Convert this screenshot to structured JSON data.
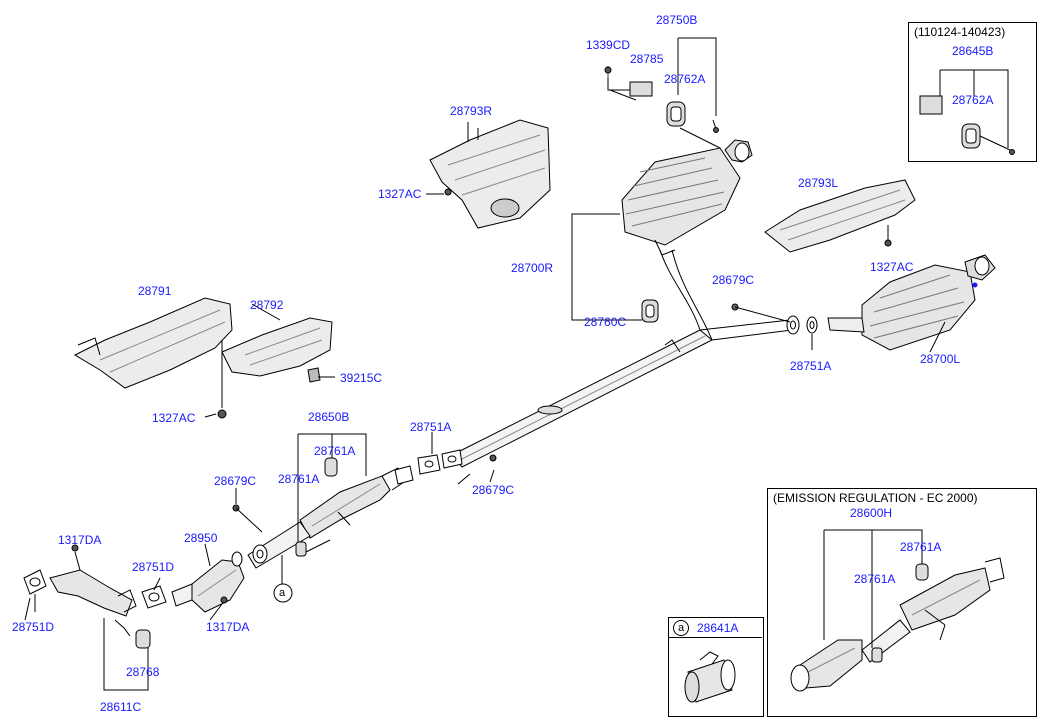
{
  "colors": {
    "label": "#1a1aff",
    "line": "#000000",
    "part_fill": "#e6e6e6",
    "part_dark": "#9a9a9a"
  },
  "labels": {
    "p28750B": "28750B",
    "p1339CD": "1339CD",
    "p28785": "28785",
    "p28762A_top": "28762A",
    "p28793R": "28793R",
    "p1327AC_r": "1327AC",
    "p28700R": "28700R",
    "p28760C": "28760C",
    "p28679C_r": "28679C",
    "p28751A_r": "28751A",
    "p28700L": "28700L",
    "p28793L": "28793L",
    "p1327AC_l": "1327AC",
    "p28791": "28791",
    "p28792": "28792",
    "p39215C": "39215C",
    "p1327AC_h": "1327AC",
    "p28650B": "28650B",
    "p28761A_a": "28761A",
    "p28761A_b": "28761A",
    "p28751A_m": "28751A",
    "p28679C_m": "28679C",
    "p28679C_l": "28679C",
    "p28950": "28950",
    "p1317DA_a": "1317DA",
    "p1317DA_b": "1317DA",
    "p28751D_a": "28751D",
    "p28751D_b": "28751D",
    "p28768": "28768",
    "p28611C": "28611C",
    "callout_a": "a"
  },
  "inset_top": {
    "date": "(110124-140423)",
    "p28645B": "28645B",
    "p28762A": "28762A"
  },
  "inset_clamp": {
    "callout": "a",
    "part": "28641A"
  },
  "inset_emission": {
    "title": "(EMISSION REGULATION - EC 2000)",
    "p28600H": "28600H",
    "p28761A_a": "28761A",
    "p28761A_b": "28761A"
  }
}
